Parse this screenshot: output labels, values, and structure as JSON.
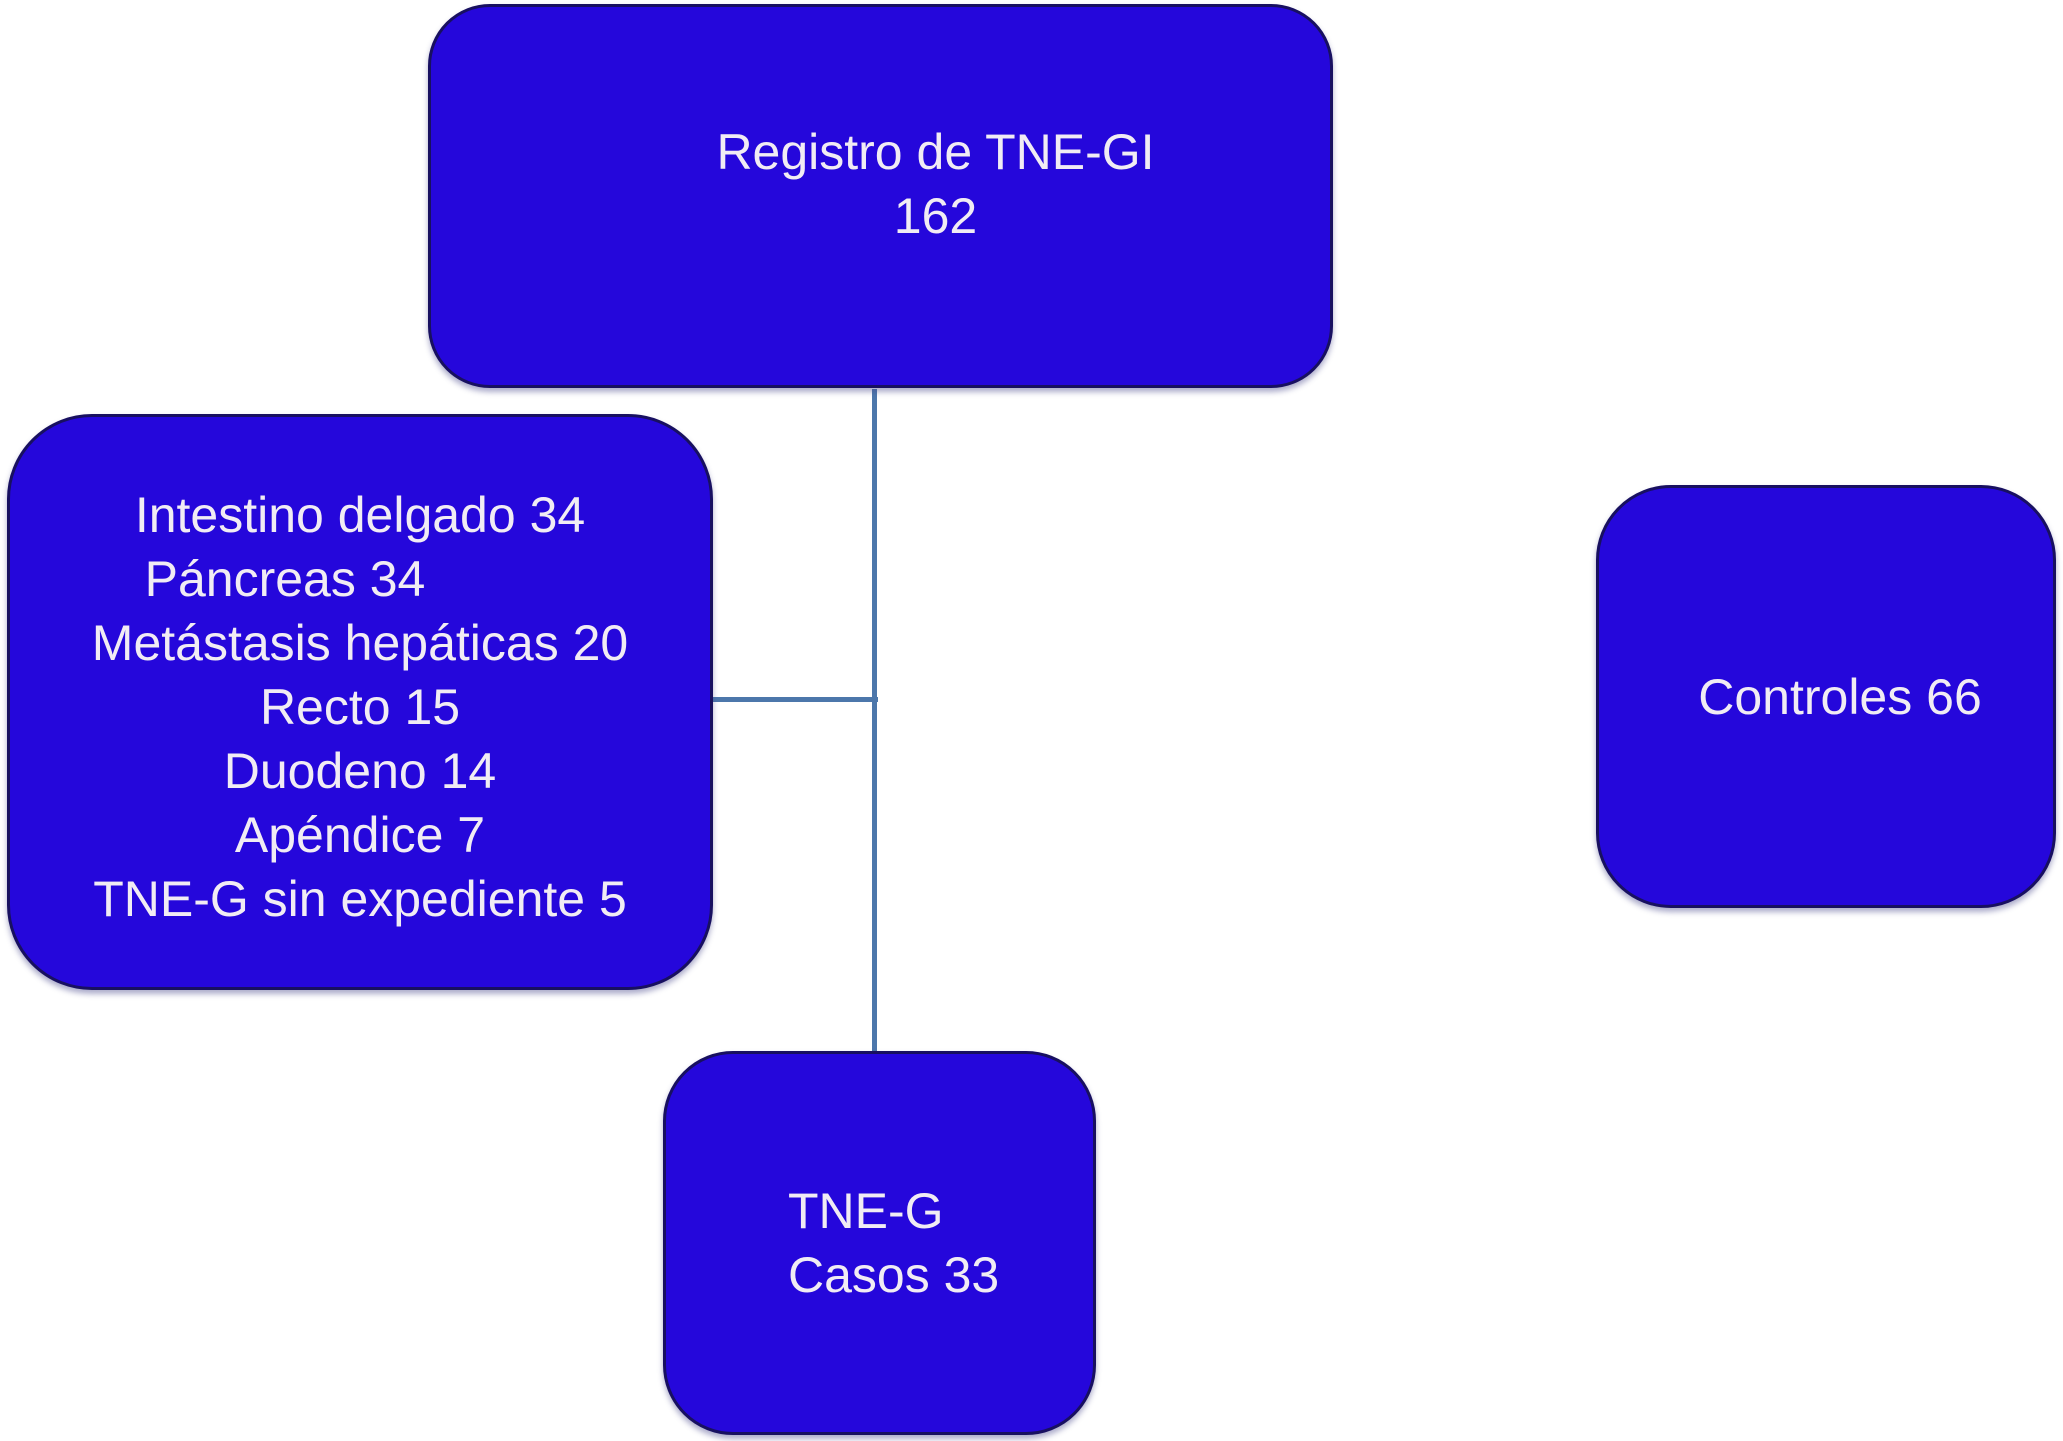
{
  "diagram": {
    "boxes": {
      "registry": {
        "lines": [
          "Registro de TNE-GI",
          "162"
        ]
      },
      "excluded": {
        "lines": [
          "Intestino delgado 34",
          "Páncreas 34",
          "Metástasis hepáticas 20",
          "Recto 15",
          "Duodeno 14",
          "Apéndice 7",
          "TNE-G sin expediente 5"
        ]
      },
      "controls": {
        "lines": [
          "Controles 66"
        ]
      },
      "cases": {
        "lines": [
          "TNE-G",
          "Casos 33"
        ]
      }
    },
    "colors": {
      "box_fill": "#2507db",
      "box_border": "#181060",
      "connector": "#4c77ab",
      "text": "#f1ecf4",
      "background": "#ffffff"
    }
  }
}
